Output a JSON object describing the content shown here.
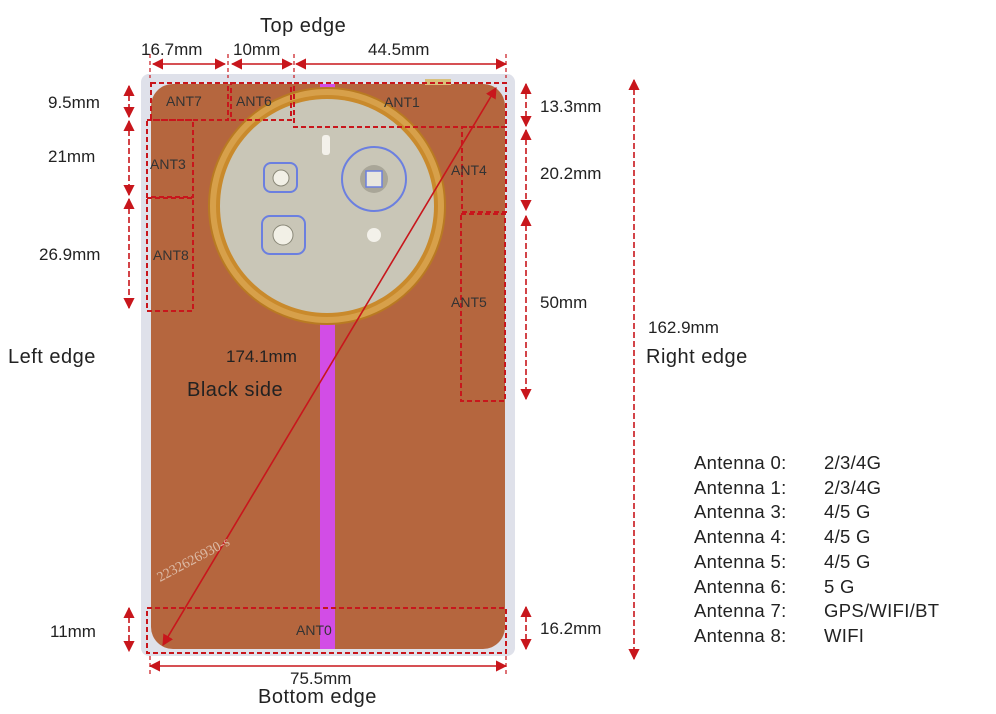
{
  "edges": {
    "top": "Top edge",
    "bottom": "Bottom edge",
    "left": "Left edge",
    "right": "Right edge"
  },
  "side_label": "Black side",
  "dimensions": {
    "top_left_width": "16.7mm",
    "top_mid_width": "10mm",
    "top_right_width": "44.5mm",
    "bottom_width": "75.5mm",
    "left_top": "9.5mm",
    "left_mid": "21mm",
    "left_low": "26.9mm",
    "left_bottom": "11mm",
    "right_top": "13.3mm",
    "right_mid": "20.2mm",
    "right_low": "50mm",
    "right_bottom": "16.2mm",
    "total_height": "162.9mm",
    "diagonal": "174.1mm"
  },
  "antenna_tags": {
    "ant0": "ANT0",
    "ant1": "ANT1",
    "ant3": "ANT3",
    "ant4": "ANT4",
    "ant5": "ANT5",
    "ant6": "ANT6",
    "ant7": "ANT7",
    "ant8": "ANT8"
  },
  "watermark": "2232626930-s",
  "legend": [
    {
      "name": "Antenna 0",
      "bands": "2/3/4G"
    },
    {
      "name": "Antenna 1",
      "bands": "2/3/4G"
    },
    {
      "name": "Antenna 3",
      "bands": "4/5 G"
    },
    {
      "name": "Antenna 4",
      "bands": "4/5 G"
    },
    {
      "name": "Antenna 5",
      "bands": "4/5 G"
    },
    {
      "name": "Antenna 6",
      "bands": "5 G"
    },
    {
      "name": "Antenna 7",
      "bands": "GPS/WIFI/BT"
    },
    {
      "name": "Antenna 8",
      "bands": "WIFI"
    }
  ],
  "colors": {
    "phone_body": "#b5663e",
    "frame": "#dfe1ea",
    "dimension_red": "#c8161c",
    "center_stripe": "#d24de6",
    "camera_ring": "#c98a2c",
    "camera_plate": "#c9c6b7",
    "lens_outline": "#6b7fe0"
  }
}
